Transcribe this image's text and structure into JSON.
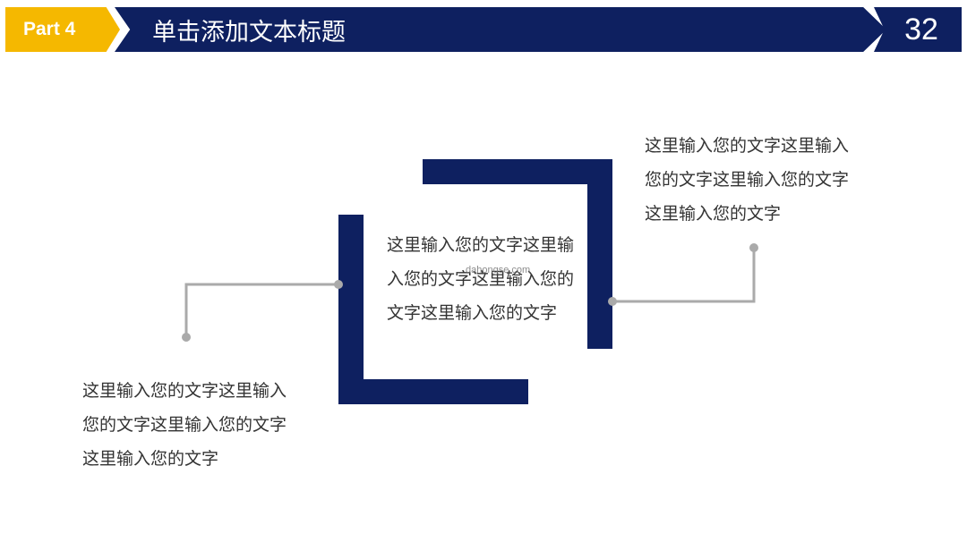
{
  "header": {
    "part_label": "Part 4",
    "title": "单击添加文本标题",
    "page_number": "32"
  },
  "colors": {
    "accent_yellow": "#f5b800",
    "navy": "#0e2060",
    "connector_gray": "#aaaaaa",
    "text": "#333333"
  },
  "blocks": {
    "right_top_text": "这里输入您的文字这里输入您的文字这里输入您的文字这里输入您的文字",
    "center_text": "这里输入您的文字这里输入您的文字这里输入您的文字这里输入您的文字",
    "left_bottom_text": "这里输入您的文字这里输入您的文字这里输入您的文字这里输入您的文字"
  },
  "watermark": "dahongse.com"
}
